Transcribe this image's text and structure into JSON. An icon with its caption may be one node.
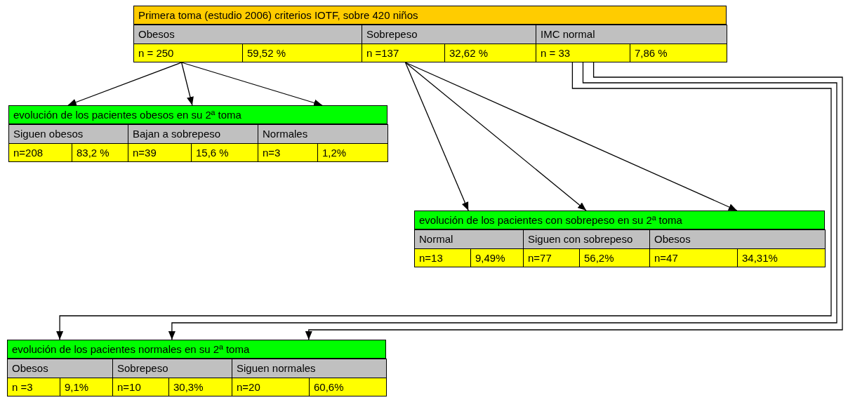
{
  "diagram": {
    "nodes": [
      {
        "text": [
          "Primera toma (estudio 2006) criterios IOTF, sobre 420 niños"
        ]
      },
      {
        "text": [
          "Obesos"
        ],
        "in": 0
      },
      {
        "text": [
          "Sobrepeso"
        ],
        "in": 0
      },
      {
        "text": [
          "IMC normal"
        ],
        "in": 0
      },
      {
        "text": [
          "n = 250"
        ],
        "in": 0
      },
      {
        "text": [
          "59,52 %"
        ],
        "in": 0
      },
      {
        "text": [
          "n =137"
        ],
        "in": 0
      },
      {
        "text": [
          "32,62 %"
        ],
        "in": 0
      },
      {
        "text": [
          "n = 33"
        ],
        "in": 0
      },
      {
        "text": [
          "7,86 %"
        ],
        "in": 0
      },
      {
        "text": [
          "evolución de los pacientes obesos en su 2ª toma"
        ]
      },
      {
        "text": [
          "Siguen obesos"
        ],
        "in": 10
      },
      {
        "text": [
          "Bajan a sobrepeso"
        ],
        "in": 10
      },
      {
        "text": [
          "Normales"
        ],
        "in": 10
      },
      {
        "text": [
          "n=208"
        ],
        "in": 10
      },
      {
        "text": [
          "83,2 %"
        ],
        "in": 10
      },
      {
        "text": [
          "n=39"
        ],
        "in": 10
      },
      {
        "text": [
          "15,6 %"
        ],
        "in": 10
      },
      {
        "text": [
          "n=3"
        ],
        "in": 10
      },
      {
        "text": [
          "1,2%"
        ],
        "in": 10
      },
      {
        "text": [
          "evolución de los pacientes con sobrepeso en su 2ª toma"
        ]
      },
      {
        "text": [
          "Normal"
        ],
        "in": 20
      },
      {
        "text": [
          "Siguen con sobrepeso"
        ],
        "in": 20
      },
      {
        "text": [
          "Obesos"
        ],
        "in": 20
      },
      {
        "text": [
          "n=13"
        ],
        "in": 20
      },
      {
        "text": [
          "9,49%"
        ],
        "in": 20
      },
      {
        "text": [
          "n=77"
        ],
        "in": 20
      },
      {
        "text": [
          "56,2%"
        ],
        "in": 20
      },
      {
        "text": [
          "n=47"
        ],
        "in": 20
      },
      {
        "text": [
          "34,31%"
        ],
        "in": 20
      },
      {
        "text": [
          "evolución de los pacientes normales en su 2ª toma"
        ]
      },
      {
        "text": [
          "Obesos"
        ],
        "in": 30
      },
      {
        "text": [
          "Sobrepeso"
        ],
        "in": 30
      },
      {
        "text": [
          "Siguen normales"
        ],
        "in": 30
      },
      {
        "text": [
          "n =3"
        ],
        "in": 30
      },
      {
        "text": [
          "9,1%"
        ],
        "in": 30
      },
      {
        "text": [
          "n=10"
        ],
        "in": 30
      },
      {
        "text": [
          "30,3%"
        ],
        "in": 30
      },
      {
        "text": [
          "n=20"
        ],
        "in": 30
      },
      {
        "text": [
          "60,6%"
        ],
        "in": 30
      }
    ],
    "edges": [
      {
        "from": 4,
        "to": 10,
        "arrow": "to"
      },
      {
        "from": 4,
        "to": 10,
        "arrow": "to"
      },
      {
        "from": 4,
        "to": 10,
        "arrow": "to"
      },
      {
        "from": 6,
        "to": 20,
        "arrow": "to"
      },
      {
        "from": 6,
        "to": 20,
        "arrow": "to"
      },
      {
        "from": 6,
        "to": 20,
        "arrow": "to"
      },
      {
        "from": 8,
        "to": 30,
        "arrow": "to"
      },
      {
        "from": 8,
        "to": 30,
        "arrow": "to"
      },
      {
        "from": 8,
        "to": 30,
        "arrow": "to"
      }
    ]
  }
}
